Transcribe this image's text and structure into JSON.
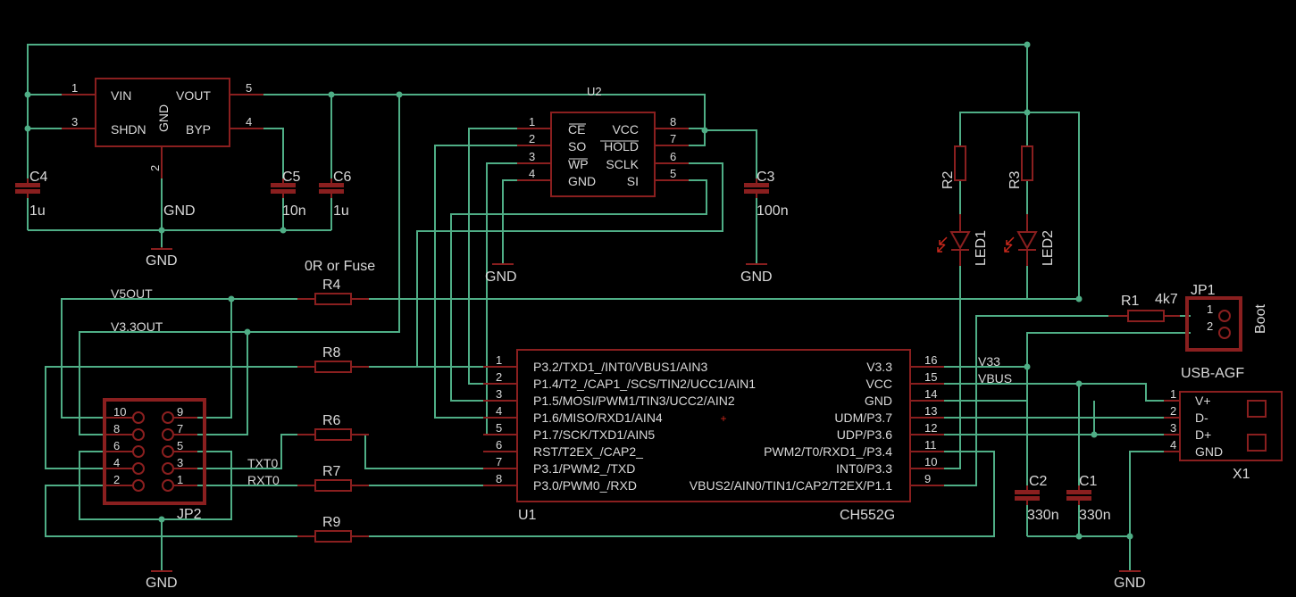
{
  "colors": {
    "background": "#000000",
    "wire": "#4fae86",
    "part": "#8a1f1f",
    "text": "#d9d9d9",
    "marker": "#c8281c"
  },
  "vreg": {
    "pins": {
      "vin": "VIN",
      "vout": "VOUT",
      "shdn": "SHDN",
      "byp": "BYP",
      "gnd": "GND"
    },
    "pin_numbers": {
      "vin": "1",
      "vout": "5",
      "shdn": "3",
      "byp": "4",
      "gnd": "2"
    }
  },
  "u2": {
    "name": "U2",
    "left_pins": [
      {
        "num": "1",
        "label": "CE"
      },
      {
        "num": "2",
        "label": "SO"
      },
      {
        "num": "3",
        "label": "WP"
      },
      {
        "num": "4",
        "label": "GND"
      }
    ],
    "right_pins": [
      {
        "num": "8",
        "label": "VCC"
      },
      {
        "num": "7",
        "label": "HOLD"
      },
      {
        "num": "6",
        "label": "SCLK"
      },
      {
        "num": "5",
        "label": "SI"
      }
    ]
  },
  "u1": {
    "name": "U1",
    "value": "CH552G",
    "left_pins": [
      {
        "num": "1",
        "label": "P3.2/TXD1_/INT0/VBUS1/AIN3"
      },
      {
        "num": "2",
        "label": "P1.4/T2_/CAP1_/SCS/TIN2/UCC1/AIN1"
      },
      {
        "num": "3",
        "label": "P1.5/MOSI/PWM1/TIN3/UCC2/AIN2"
      },
      {
        "num": "4",
        "label": "P1.6/MISO/RXD1/AIN4"
      },
      {
        "num": "5",
        "label": "P1.7/SCK/TXD1/AIN5"
      },
      {
        "num": "6",
        "label": "RST/T2EX_/CAP2_"
      },
      {
        "num": "7",
        "label": "P3.1/PWM2_/TXD"
      },
      {
        "num": "8",
        "label": "P3.0/PWM0_/RXD"
      }
    ],
    "right_pins": [
      {
        "num": "16",
        "label": "V3.3"
      },
      {
        "num": "15",
        "label": "VCC"
      },
      {
        "num": "14",
        "label": "GND"
      },
      {
        "num": "13",
        "label": "UDM/P3.7"
      },
      {
        "num": "12",
        "label": "UDP/P3.6"
      },
      {
        "num": "11",
        "label": "PWM2/T0/RXD1_/P3.4"
      },
      {
        "num": "10",
        "label": "INT0/P3.3"
      },
      {
        "num": "9",
        "label": "VBUS2/AIN0/TIN1/CAP2/T2EX/P1.1"
      }
    ]
  },
  "caps": [
    {
      "name": "C4",
      "value": "1u"
    },
    {
      "name": "C5",
      "value": "10n"
    },
    {
      "name": "C6",
      "value": "1u"
    },
    {
      "name": "C3",
      "value": "100n"
    },
    {
      "name": "C2",
      "value": "330n"
    },
    {
      "name": "C1",
      "value": "330n"
    }
  ],
  "resistors": [
    {
      "name": "R4",
      "value": "0R or Fuse"
    },
    {
      "name": "R8",
      "value": ""
    },
    {
      "name": "R6",
      "value": ""
    },
    {
      "name": "R7",
      "value": ""
    },
    {
      "name": "R9",
      "value": ""
    },
    {
      "name": "R1",
      "value": "4k7"
    },
    {
      "name": "R2",
      "value": ""
    },
    {
      "name": "R3",
      "value": ""
    }
  ],
  "leds": [
    {
      "name": "LED1"
    },
    {
      "name": "LED2"
    }
  ],
  "jp1": {
    "name": "JP1",
    "pins": [
      "1",
      "2"
    ],
    "label": "Boot"
  },
  "jp2": {
    "name": "JP2",
    "pins_left": [
      "10",
      "8",
      "6",
      "4",
      "2"
    ],
    "pins_right": [
      "9",
      "7",
      "5",
      "3",
      "1"
    ]
  },
  "x1": {
    "name": "X1",
    "value": "USB-AGF",
    "pins": [
      {
        "num": "1",
        "label": "V+"
      },
      {
        "num": "2",
        "label": "D-"
      },
      {
        "num": "3",
        "label": "D+"
      },
      {
        "num": "4",
        "label": "GND"
      }
    ]
  },
  "nets": {
    "v5out": "V5OUT",
    "v33out": "V3.3OUT",
    "txt0": "TXT0",
    "rxt0": "RXT0",
    "v33": "V33",
    "vbus": "VBUS"
  },
  "gnd_label": "GND"
}
